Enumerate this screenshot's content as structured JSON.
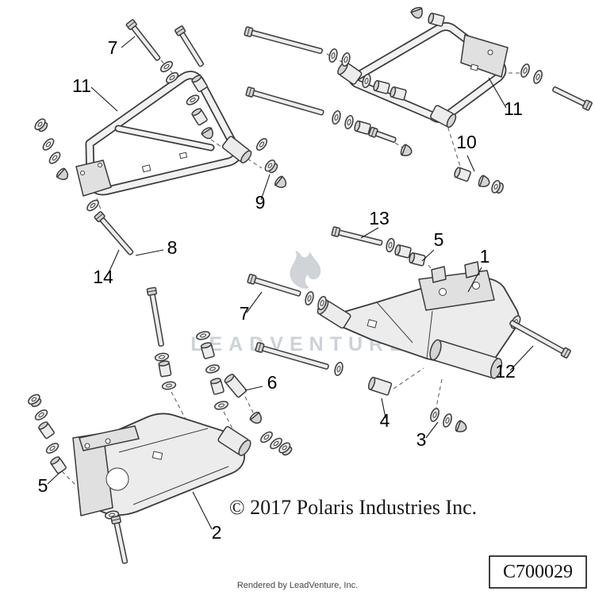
{
  "diagram": {
    "callouts": [
      {
        "id": "7-upper-left",
        "label": "7"
      },
      {
        "id": "11-left",
        "label": "11"
      },
      {
        "id": "11-right",
        "label": "11"
      },
      {
        "id": "10",
        "label": "10"
      },
      {
        "id": "9",
        "label": "9"
      },
      {
        "id": "8",
        "label": "8"
      },
      {
        "id": "14",
        "label": "14"
      },
      {
        "id": "13",
        "label": "13"
      },
      {
        "id": "5-middle",
        "label": "5"
      },
      {
        "id": "1",
        "label": "1"
      },
      {
        "id": "7-middle",
        "label": "7"
      },
      {
        "id": "12",
        "label": "12"
      },
      {
        "id": "4",
        "label": "4"
      },
      {
        "id": "3",
        "label": "3"
      },
      {
        "id": "6",
        "label": "6"
      },
      {
        "id": "5-lower-left",
        "label": "5"
      },
      {
        "id": "2",
        "label": "2"
      }
    ],
    "copyright": "© 2017 Polaris Industries Inc.",
    "part_number": "C700029",
    "watermark": "LEADVENTURE",
    "footer": "Rendered by LeadVenture, Inc.",
    "icons": {
      "watermark_logo": "flame"
    },
    "colors": {
      "background": "#ffffff",
      "line": "#3b3b3b",
      "watermark": "#cdd2d6"
    }
  }
}
